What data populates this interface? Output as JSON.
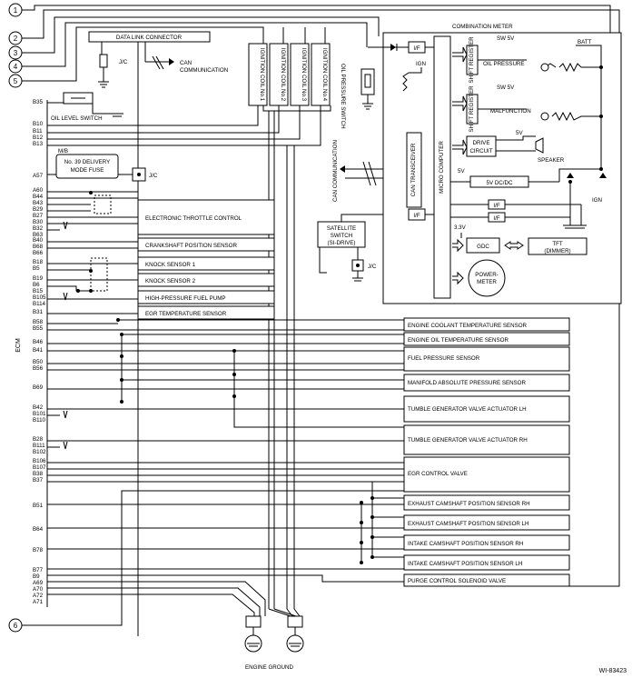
{
  "connectors": [
    "1",
    "2",
    "3",
    "4",
    "5",
    "6"
  ],
  "ecm": {
    "label": "ECM",
    "pins": {
      "b35": "B35",
      "b10": "B10",
      "b11": "B11",
      "b12": "B12",
      "b13": "B13",
      "a57": "A57",
      "a60": "A60",
      "b44": "B44",
      "b43": "B43",
      "b29": "B29",
      "b27": "B27",
      "b30": "B30",
      "b32": "B32",
      "b63": "B63",
      "b40": "B40",
      "b68": "B68",
      "b66": "B66",
      "b18": "B18",
      "b5": "B5",
      "b19": "B19",
      "b6": "B6",
      "b15": "B15",
      "b105": "B105",
      "b114": "B114",
      "b31": "B31",
      "b58": "B58",
      "b55": "B55",
      "b46": "B46",
      "b41": "B41",
      "b50": "B50",
      "b56": "B56",
      "b69": "B69",
      "b42": "B42",
      "b101": "B101",
      "b110": "B110",
      "b28": "B28",
      "b111": "B111",
      "b102": "B102",
      "b106": "B106",
      "b107": "B107",
      "b38": "B38",
      "b37": "B37",
      "b51": "B51",
      "b64": "B64",
      "b78": "B78",
      "b77": "B77",
      "b9": "B9",
      "a69": "A69",
      "a70": "A70",
      "a72": "A72",
      "a71": "A71"
    }
  },
  "components": {
    "data_link_connector": "DATA LINK CONNECTOR",
    "jc": "J/C",
    "can_communication_line1": "CAN",
    "can_communication_line2": "COMMUNICATION",
    "can_communication_vertical": "CAN COMMUNICATION",
    "ignition_coil_1": "IGNITION COIL No.1",
    "ignition_coil_2": "IGNITION COIL No.2",
    "ignition_coil_3": "IGNITION COIL No.3",
    "ignition_coil_4": "IGNITION COIL No.4",
    "oil_pressure_switch": "OIL PRESSURE SWITCH",
    "oil_level_switch": "OIL LEVEL SWITCH",
    "mb": "M/B",
    "delivery_fuse_line1": "No. 39 DELIVERY",
    "delivery_fuse_line2": "MODE FUSE",
    "electronic_throttle_control": "ELECTRONIC THROTTLE CONTROL",
    "crankshaft_position_sensor": "CRANKSHAFT POSITION SENSOR",
    "knock_sensor_1": "KNOCK SENSOR 1",
    "knock_sensor_2": "KNOCK SENSOR 2",
    "high_pressure_fuel_pump": "HIGH-PRESSURE FUEL PUMP",
    "egr_temperature_sensor": "EGR TEMPERATURE SENSOR",
    "engine_coolant_temperature_sensor": "ENGINE COOLANT TEMPERATURE SENSOR",
    "engine_oil_temperature_sensor": "ENGINE OIL TEMPERATURE SENSOR",
    "fuel_pressure_sensor": "FUEL PRESSURE SENSOR",
    "manifold_absolute_pressure_sensor": "MANIFOLD ABSOLUTE PRESSURE SENSOR",
    "tumble_generator_valve_actuator_lh": "TUMBLE GENERATOR VALVE ACTUATOR LH",
    "tumble_generator_valve_actuator_rh": "TUMBLE GENERATOR VALVE ACTUATOR RH",
    "egr_control_valve": "EGR CONTROL VALVE",
    "exhaust_camshaft_position_sensor_rh": "EXHAUST CAMSHAFT POSITION SENSOR RH",
    "exhaust_camshaft_position_sensor_lh": "EXHAUST CAMSHAFT POSITION SENSOR LH",
    "intake_camshaft_position_sensor_rh": "INTAKE CAMSHAFT POSITION SENSOR RH",
    "intake_camshaft_position_sensor_lh": "INTAKE CAMSHAFT POSITION SENSOR LH",
    "purge_control_solenoid_valve": "PURGE CONTROL SOLENOID VALVE",
    "engine_ground": "ENGINE GROUND",
    "satellite_switch_line1": "SATELLITE",
    "satellite_switch_line2": "SWITCH",
    "satellite_switch_line3": "(SI-DRIVE)"
  },
  "combination_meter": {
    "title": "COMBINATION METER",
    "if_label": "I/F",
    "ign": "IGN",
    "batt": "BATT",
    "sw5v": "SW 5V",
    "shift_register": "SHIFT REGISTER",
    "oil_pressure": "OIL PRESSURE",
    "malfunction": "MALFUNCTION",
    "drive_circuit_line1": "DRIVE",
    "drive_circuit_line2": "CIRCUIT",
    "speaker": "SPEAKER",
    "five_v": "5V",
    "dcdc": "5V DC/DC",
    "microcomputer": "MICRO COMPUTER",
    "can_transceiver": "CAN TRANSCEIVER",
    "v33": "3.3V",
    "gdc": "GDC",
    "tft_line1": "TFT",
    "tft_line2": "(DIMMER)",
    "power_meter_line1": "POWER-",
    "power_meter_line2": "METER"
  },
  "figure_id": "WI-83423"
}
